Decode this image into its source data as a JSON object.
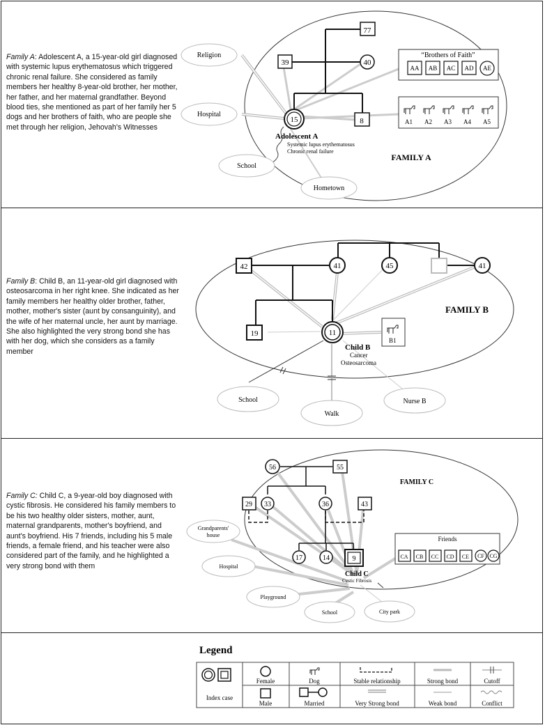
{
  "familyA": {
    "label": "Family A",
    "text": ": Adolescent A, a 15-year-old girl diagnosed with systemic lupus erythematosus which triggered chronic renal failure. She considered as family members her healthy 8-year-old brother, her mother, her father, and her maternal grandfather. Beyond blood ties, she mentioned as part of her family her 5 dogs and her brothers of faith, who are people she met through her religion, Jehovah's Witnesses",
    "title": "FAMILY A",
    "index_name": "Adolescent A",
    "index_dx1": "Systemic lupus erythematosus",
    "index_dx2": "Chronic renal failure",
    "index_age": "15",
    "ages": {
      "grandfather": "77",
      "father": "39",
      "mother": "40",
      "brother": "8"
    },
    "brothers_title": "“Brothers of Faith”",
    "brothers": [
      "AA",
      "AB",
      "AC",
      "AD",
      "AE"
    ],
    "dogs": [
      "A1",
      "A2",
      "A3",
      "A4",
      "A5"
    ],
    "places": {
      "religion": "Religion",
      "hospital": "Hospital",
      "school": "School",
      "hometown": "Hometown"
    }
  },
  "familyB": {
    "label": "Family B",
    "text": ": Child B, an 11-year-old girl diagnosed with osteosarcoma in her right knee. She indicated as her family members her healthy older brother, father, mother, mother's sister (aunt by consanguinity), and the wife of her maternal uncle, her aunt by marriage. She also highlighted the very strong bond she has with her dog, which she considers as a family member",
    "title": "FAMILY B",
    "index_name": "Child  B",
    "index_dx1": "Cancer",
    "index_dx2": "Osteosarcoma",
    "index_age": "11",
    "ages": {
      "father": "42",
      "mother": "41",
      "aunt": "45",
      "aunt_marriage": "41",
      "brother": "19"
    },
    "dog": "B1",
    "places": {
      "school": "School",
      "walk": "Walk",
      "nurse": "Nurse B"
    }
  },
  "familyC": {
    "label": "Family C:",
    "text": " Child C, a 9-year-old boy diagnosed with cystic fibrosis. He considered his family members to be his two healthy older sisters, mother, aunt, maternal grandparents, mother's boyfriend, and aunt's boyfriend. His 7 friends, including his 5 male friends, a female friend, and his teacher were also considered part of the family, and he highlighted a very strong bond with them",
    "title": "FAMILY C",
    "index_name": "Child  C",
    "index_dx": "Cystic Fibrosis",
    "index_age": "9",
    "ages": {
      "grandmother": "56",
      "grandfather": "55",
      "boyfriend1": "29",
      "mother": "33",
      "aunt": "36",
      "boyfriend2": "43",
      "sister1": "17",
      "sister2": "14"
    },
    "friends_title": "Friends",
    "friends": [
      "CA",
      "CB",
      "CC",
      "CD",
      "CE",
      "CF",
      "CG"
    ],
    "places": {
      "grandparents": "Grandparents'",
      "grandparents2": "house",
      "hospital": "Hospital",
      "playground": "Playground",
      "school": "School",
      "park": "City park"
    }
  },
  "legend": {
    "title": "Legend",
    "index_case": "Index case",
    "female": "Female",
    "male": "Male",
    "dog": "Dog",
    "married": "Married",
    "stable": "Stable relationship",
    "very_strong": "Very Strong bond",
    "strong": "Strong bond",
    "weak": "Weak bond",
    "cutoff": "Cutoff",
    "conflict": "Conflict"
  }
}
